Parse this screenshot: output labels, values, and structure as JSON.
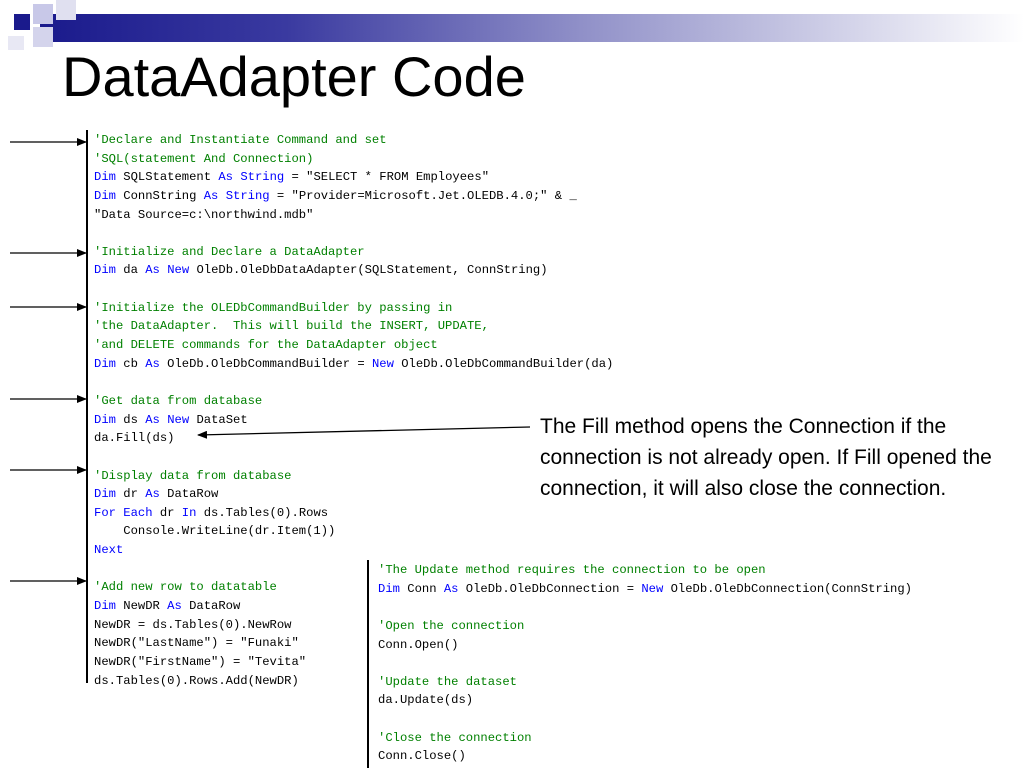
{
  "slide": {
    "title": "DataAdapter Code",
    "note": "The Fill method opens the Connection if the connection is not already open. If Fill opened the connection, it will also close the connection."
  },
  "code_left": [
    [
      {
        "t": "'Declare and Instantiate Command and set",
        "c": "cm"
      }
    ],
    [
      {
        "t": "'SQL(statement And Connection)",
        "c": "cm"
      }
    ],
    [
      {
        "t": "Dim",
        "c": "kw"
      },
      {
        "t": " SQLStatement "
      },
      {
        "t": "As",
        "c": "kw"
      },
      {
        "t": " "
      },
      {
        "t": "String",
        "c": "kw"
      },
      {
        "t": " = \"SELECT * FROM Employees\""
      }
    ],
    [
      {
        "t": "Dim",
        "c": "kw"
      },
      {
        "t": " ConnString "
      },
      {
        "t": "As",
        "c": "kw"
      },
      {
        "t": " "
      },
      {
        "t": "String",
        "c": "kw"
      },
      {
        "t": " = \"Provider=Microsoft.Jet.OLEDB.4.0;\" & _"
      }
    ],
    [
      {
        "t": "\"Data Source=c:\\northwind.mdb\""
      }
    ],
    [],
    [
      {
        "t": "'Initialize and Declare a DataAdapter",
        "c": "cm"
      }
    ],
    [
      {
        "t": "Dim",
        "c": "kw"
      },
      {
        "t": " da "
      },
      {
        "t": "As",
        "c": "kw"
      },
      {
        "t": " "
      },
      {
        "t": "New",
        "c": "kw"
      },
      {
        "t": " OleDb.OleDbDataAdapter(SQLStatement, ConnString)"
      }
    ],
    [],
    [
      {
        "t": "'Initialize the OLEDbCommandBuilder by passing in",
        "c": "cm"
      }
    ],
    [
      {
        "t": "'the DataAdapter.  This will build the INSERT, UPDATE,",
        "c": "cm"
      }
    ],
    [
      {
        "t": "'and DELETE commands for the DataAdapter object",
        "c": "cm"
      }
    ],
    [
      {
        "t": "Dim",
        "c": "kw"
      },
      {
        "t": " cb "
      },
      {
        "t": "As",
        "c": "kw"
      },
      {
        "t": " OleDb.OleDbCommandBuilder = "
      },
      {
        "t": "New",
        "c": "kw"
      },
      {
        "t": " OleDb.OleDbCommandBuilder(da)"
      }
    ],
    [],
    [
      {
        "t": "'Get data from database",
        "c": "cm"
      }
    ],
    [
      {
        "t": "Dim",
        "c": "kw"
      },
      {
        "t": " ds "
      },
      {
        "t": "As",
        "c": "kw"
      },
      {
        "t": " "
      },
      {
        "t": "New",
        "c": "kw"
      },
      {
        "t": " DataSet"
      }
    ],
    [
      {
        "t": "da.Fill(ds)"
      }
    ],
    [],
    [
      {
        "t": "'Display data from database",
        "c": "cm"
      }
    ],
    [
      {
        "t": "Dim",
        "c": "kw"
      },
      {
        "t": " dr "
      },
      {
        "t": "As",
        "c": "kw"
      },
      {
        "t": " DataRow"
      }
    ],
    [
      {
        "t": "For Each",
        "c": "kw"
      },
      {
        "t": " dr "
      },
      {
        "t": "In",
        "c": "kw"
      },
      {
        "t": " ds.Tables(0).Rows"
      }
    ],
    [
      {
        "t": "    Console.WriteLine(dr.Item(1))"
      }
    ],
    [
      {
        "t": "Next",
        "c": "kw"
      }
    ],
    [],
    [
      {
        "t": "'Add new row to datatable",
        "c": "cm"
      }
    ],
    [
      {
        "t": "Dim",
        "c": "kw"
      },
      {
        "t": " NewDR "
      },
      {
        "t": "As",
        "c": "kw"
      },
      {
        "t": " DataRow"
      }
    ],
    [
      {
        "t": "NewDR = ds.Tables(0).NewRow"
      }
    ],
    [
      {
        "t": "NewDR(\"LastName\") = \"Funaki\""
      }
    ],
    [
      {
        "t": "NewDR(\"FirstName\") = \"Tevita\""
      }
    ],
    [
      {
        "t": "ds.Tables(0).Rows.Add(NewDR)"
      }
    ]
  ],
  "code_right": [
    [
      {
        "t": "'The Update method requires the connection to be open",
        "c": "cm"
      }
    ],
    [
      {
        "t": "Dim",
        "c": "kw"
      },
      {
        "t": " Conn "
      },
      {
        "t": "As",
        "c": "kw"
      },
      {
        "t": " OleDb.OleDbConnection = "
      },
      {
        "t": "New",
        "c": "kw"
      },
      {
        "t": " OleDb.OleDbConnection(ConnString)"
      }
    ],
    [],
    [
      {
        "t": "'Open the connection",
        "c": "cm"
      }
    ],
    [
      {
        "t": "Conn.Open()"
      }
    ],
    [],
    [
      {
        "t": "'Update the dataset",
        "c": "cm"
      }
    ],
    [
      {
        "t": "da.Update(ds)"
      }
    ],
    [],
    [
      {
        "t": "'Close the connection",
        "c": "cm"
      }
    ],
    [
      {
        "t": "Conn.Close()"
      }
    ]
  ]
}
